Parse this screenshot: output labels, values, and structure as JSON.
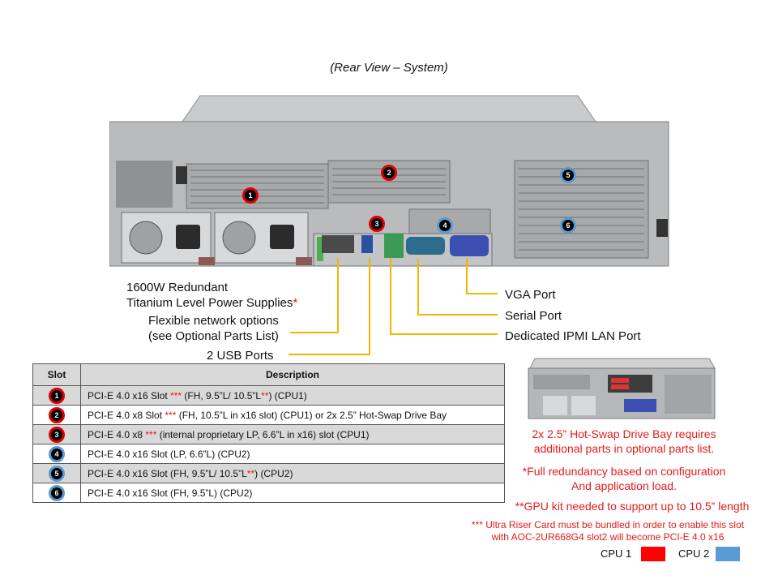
{
  "title": "(Rear View – System)",
  "callouts": {
    "psu_line1": "1600W Redundant",
    "psu_line2": "Titanium Level Power Supplies",
    "psu_star": "*",
    "net_line1": "Flexible network options",
    "net_line2": "(see Optional Parts List)",
    "usb": "2 USB Ports",
    "vga": "VGA Port",
    "serial": "Serial Port",
    "ipmi": "Dedicated IPMI  LAN Port"
  },
  "chassis_markers": [
    {
      "num": "1",
      "cpu": "cpu1"
    },
    {
      "num": "2",
      "cpu": "cpu1"
    },
    {
      "num": "3",
      "cpu": "cpu1"
    },
    {
      "num": "4",
      "cpu": "cpu2"
    },
    {
      "num": "5",
      "cpu": "cpu2"
    },
    {
      "num": "6",
      "cpu": "cpu2"
    }
  ],
  "table": {
    "header_slot": "Slot",
    "header_desc": "Description",
    "rows": [
      {
        "num": "1",
        "cpu": "cpu1",
        "pre": "PCI-E 4.0 x16 Slot ",
        "star": "***",
        "mid": " (FH, 9.5”L/ 10.5”L",
        "star2": "**",
        "post": ") (CPU1)"
      },
      {
        "num": "2",
        "cpu": "cpu1",
        "pre": "PCI-E 4.0 x8 Slot ",
        "star": "***",
        "mid": " (FH, 10.5”L in x16 slot) (CPU1) or 2x 2.5” Hot-Swap Drive Bay",
        "star2": "",
        "post": ""
      },
      {
        "num": "3",
        "cpu": "cpu1",
        "pre": "PCI-E 4.0 x8 ",
        "star": "***",
        "mid": " (internal proprietary LP, 6.6”L in x16) slot (CPU1)",
        "star2": "",
        "post": ""
      },
      {
        "num": "4",
        "cpu": "cpu2",
        "pre": "PCI-E 4.0 x16 Slot (LP, 6.6”L) (CPU2)",
        "star": "",
        "mid": "",
        "star2": "",
        "post": ""
      },
      {
        "num": "5",
        "cpu": "cpu2",
        "pre": "PCI-E 4.0 x16 Slot (FH, 9.5”L/ 10.5”L",
        "star": "**",
        "mid": ") (CPU2)",
        "star2": "",
        "post": ""
      },
      {
        "num": "6",
        "cpu": "cpu2",
        "pre": "PCI-E 4.0 x16 Slot (FH, 9.5”L) (CPU2)",
        "star": "",
        "mid": "",
        "star2": "",
        "post": ""
      }
    ]
  },
  "notes": {
    "drive_bay_1": "2x 2.5” Hot-Swap Drive Bay requires",
    "drive_bay_2": "additional parts in optional parts list.",
    "redundancy_1": "*Full redundancy based on configuration",
    "redundancy_2": "And application load.",
    "gpu": "**GPU kit needed to support up to 10.5” length",
    "riser_1": "*** Ultra Riser Card must be bundled in order to enable this slot",
    "riser_2": "with AOC-2UR668G4  slot2 will become PCI-E 4.0 x16"
  },
  "legend": {
    "cpu1_label": "CPU 1",
    "cpu2_label": "CPU 2",
    "cpu1_color": "#ff0000",
    "cpu2_color": "#5b9bd5"
  },
  "colors": {
    "leader_line": "#f2b600",
    "star_red": "#e31b1b"
  }
}
